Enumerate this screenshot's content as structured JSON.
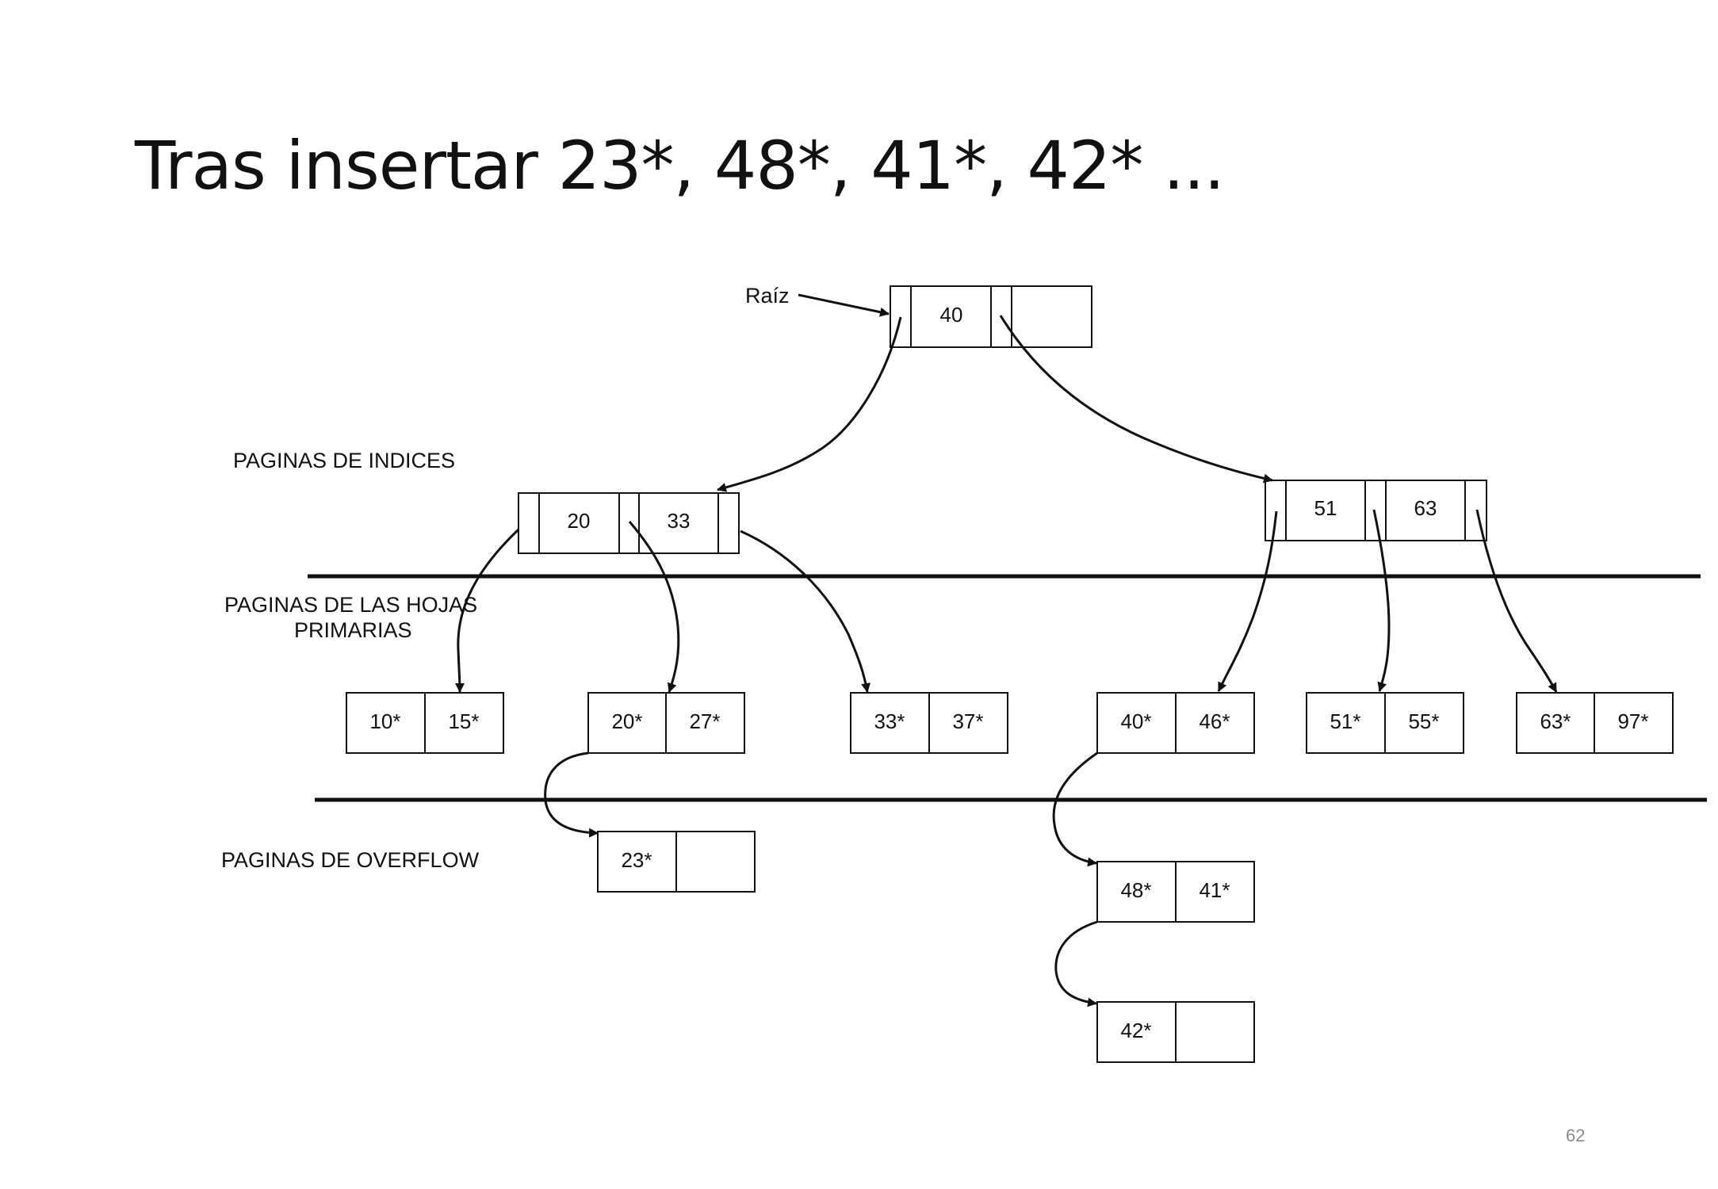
{
  "slide": {
    "title": "Tras insertar 23*, 48*, 41*, 42* ...",
    "page_number": "62"
  },
  "labels": {
    "root": "Raíz",
    "index_pages": "PAGINAS DE INDICES",
    "leaf_pages_line1": "PAGINAS DE LAS HOJAS",
    "leaf_pages_line2": "PRIMARIAS",
    "overflow_pages": "PAGINAS DE OVERFLOW"
  },
  "index_nodes": {
    "root": {
      "keys": [
        "40"
      ]
    },
    "left": {
      "keys": [
        "20",
        "33"
      ]
    },
    "right": {
      "keys": [
        "51",
        "63"
      ]
    }
  },
  "leaf_pages": [
    {
      "entries": [
        "10*",
        "15*"
      ]
    },
    {
      "entries": [
        "20*",
        "27*"
      ]
    },
    {
      "entries": [
        "33*",
        "37*"
      ]
    },
    {
      "entries": [
        "40*",
        "46*"
      ]
    },
    {
      "entries": [
        "51*",
        "55*"
      ]
    },
    {
      "entries": [
        "63*",
        "97*"
      ]
    }
  ],
  "overflow_pages": [
    {
      "entries": [
        "23*",
        ""
      ]
    },
    {
      "entries": [
        "48*",
        "41*"
      ]
    },
    {
      "entries": [
        "42*",
        ""
      ]
    }
  ]
}
